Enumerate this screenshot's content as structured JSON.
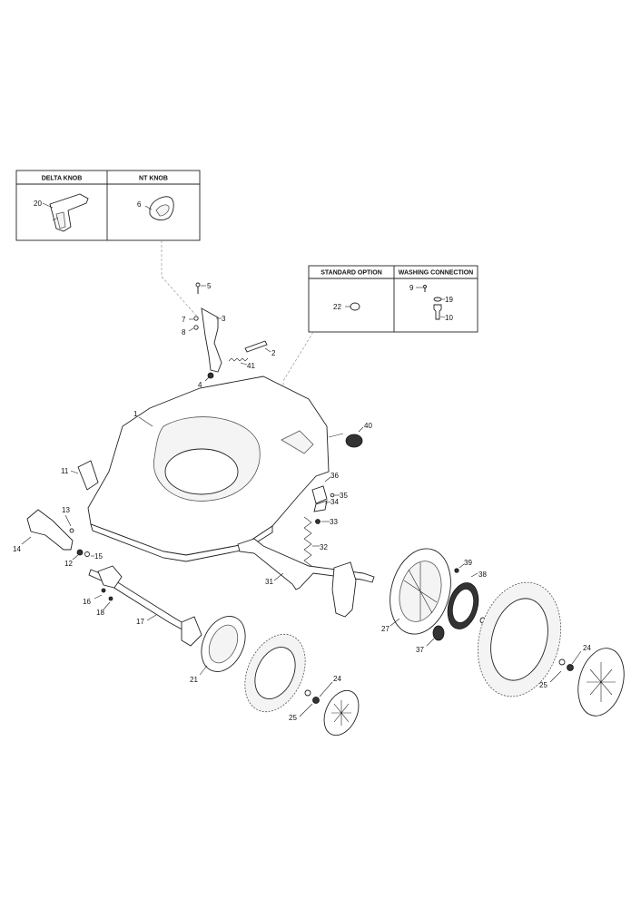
{
  "insets": {
    "knob": {
      "delta_title": "DELTA KNOB",
      "nt_title": "NT KNOB",
      "delta_part": "20",
      "nt_part": "6"
    },
    "washer": {
      "standard_title": "STANDARD OPTION",
      "washing_title": "WASHING CONNECTION",
      "standard_part": "22",
      "parts": [
        "9",
        "19",
        "10"
      ]
    }
  },
  "callouts": {
    "p1": "1",
    "p2": "2",
    "p3": "3",
    "p4": "4",
    "p5": "5",
    "p7": "7",
    "p8": "8",
    "p11": "11",
    "p12": "12",
    "p13": "13",
    "p14": "14",
    "p15": "15",
    "p16": "16",
    "p17": "17",
    "p18": "18",
    "p21": "21",
    "p24a": "24",
    "p24b": "24",
    "p25a": "25",
    "p25b": "25",
    "p27": "27",
    "p31": "31",
    "p32": "32",
    "p33": "33",
    "p34": "34",
    "p35": "35",
    "p36": "36",
    "p37": "37",
    "p38": "38",
    "p39": "39",
    "p40": "40",
    "p41": "41"
  }
}
